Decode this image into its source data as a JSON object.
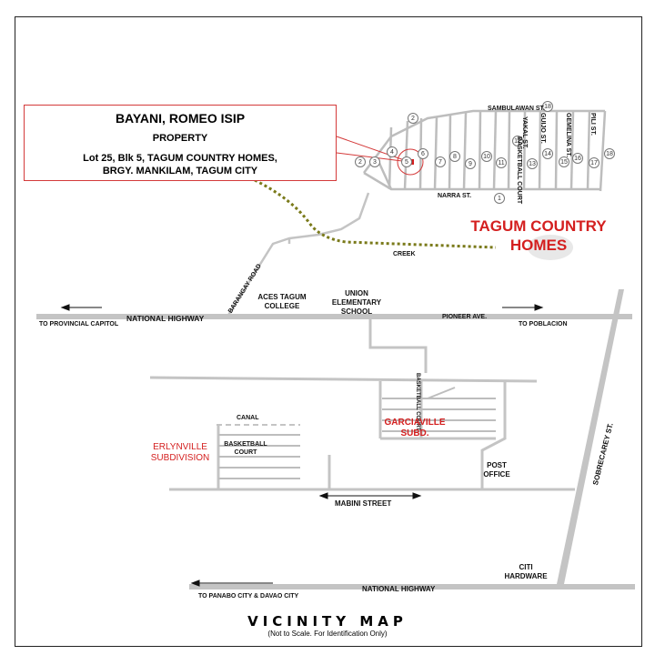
{
  "callout": {
    "owner": "BAYANI, ROMEO ISIP",
    "type": "PROPERTY",
    "address_line1": "Lot 25, Blk 5, TAGUM COUNTRY HOMES,",
    "address_line2": "BRGY. MANKILAM, TAGUM CITY"
  },
  "subdivision_tagum": "TAGUM COUNTRY HOMES",
  "subdivision_tagum_line1": "TAGUM COUNTRY",
  "subdivision_tagum_line2": "HOMES",
  "streets": {
    "sambulawan": "SAMBULAWAN ST.",
    "narra": "NARRA ST.",
    "yakal": "YAKAL ST.",
    "guijo": "GUIJO ST.",
    "gemelina": "GEMELINA ST.",
    "pili": "PILI ST.",
    "basketball_court_top": "BASKETBALL COURT",
    "creek": "CREEK",
    "barangay_road": "BARANGAY ROAD",
    "national_highway_top": "NATIONAL HIGHWAY",
    "pioneer_ave": "PIONEER AVE.",
    "to_poblacion": "TO POBLACION",
    "to_provincial_capitol": "TO PROVINCIAL CAPITOL",
    "canal": "CANAL",
    "mabini": "MABINI STREET",
    "sobrecarey": "SOBRECAREY ST.",
    "national_highway_bottom": "NATIONAL HIGHWAY",
    "to_panabo_davao": "TO PANABO CITY  & DAVAO CITY",
    "basketball_garciaville": "BASKETBALL COURT"
  },
  "landmarks": {
    "aces_line1": "ACES TAGUM",
    "aces_line2": "COLLEGE",
    "union_line1": "UNION",
    "union_line2": "ELEMENTARY",
    "union_line3": "SCHOOL",
    "basketball_line1": "BASKETBALL",
    "basketball_line2": "COURT",
    "erlynville_line1": "ERLYNVILLE",
    "erlynville_line2": "SUBDIVISION",
    "garciaville_line1": "GARCIAVILLE",
    "garciaville_line2": "SUBD.",
    "post_line1": "POST",
    "post_line2": "OFFICE",
    "citi_line1": "CITI",
    "citi_line2": "HARDWARE"
  },
  "lots": [
    "1",
    "2",
    "2",
    "3",
    "4",
    "5",
    "6",
    "7",
    "8",
    "9",
    "10",
    "11",
    "12",
    "13",
    "14",
    "15",
    "16",
    "17",
    "18",
    "18"
  ],
  "map_title": "VICINITY MAP",
  "map_subtitle": "(Not to Scale. For Identification Only)",
  "colors": {
    "road": "#c4c4c4",
    "road_dark": "#9a9a9a",
    "accent_red": "#d41f1f",
    "creek": "#7a7a1a"
  }
}
